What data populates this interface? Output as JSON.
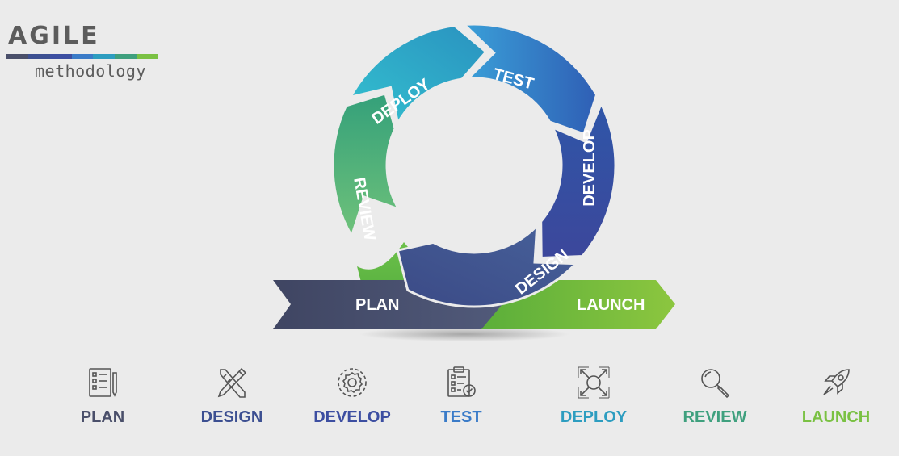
{
  "logo": {
    "title": "AGILE",
    "subtitle": "methodology"
  },
  "colors": {
    "plan": "#4a4f6a",
    "design": "#3c4f91",
    "develop": "#3c4ea1",
    "test": "#3a7bc8",
    "deploy": "#2d9dc0",
    "review": "#3fa07e",
    "launch": "#7ac143",
    "logo_bar": [
      "#4a4f6a",
      "#3c4f91",
      "#3c4ea1",
      "#3a7bc8",
      "#2d9dc0",
      "#3fa07e",
      "#7ac143"
    ]
  },
  "cycle": {
    "plan": "PLAN",
    "design": "DESIGN",
    "develop": "DEVELOP",
    "test": "TEST",
    "deploy": "DEPLOY",
    "review": "REVIEW",
    "launch": "LAUNCH"
  },
  "phases": [
    {
      "label": "PLAN",
      "icon": "checklist-icon",
      "color": "#4a4f6a"
    },
    {
      "label": "DESIGN",
      "icon": "pencil-ruler-icon",
      "color": "#3c4f91"
    },
    {
      "label": "DEVELOP",
      "icon": "gear-icon",
      "color": "#3c4ea1"
    },
    {
      "label": "TEST",
      "icon": "clipboard-check-icon",
      "color": "#3a7bc8"
    },
    {
      "label": "DEPLOY",
      "icon": "expand-arrows-icon",
      "color": "#2d9dc0"
    },
    {
      "label": "REVIEW",
      "icon": "magnifier-icon",
      "color": "#3fa07e"
    },
    {
      "label": "LAUNCH",
      "icon": "rocket-icon",
      "color": "#7ac143"
    }
  ]
}
